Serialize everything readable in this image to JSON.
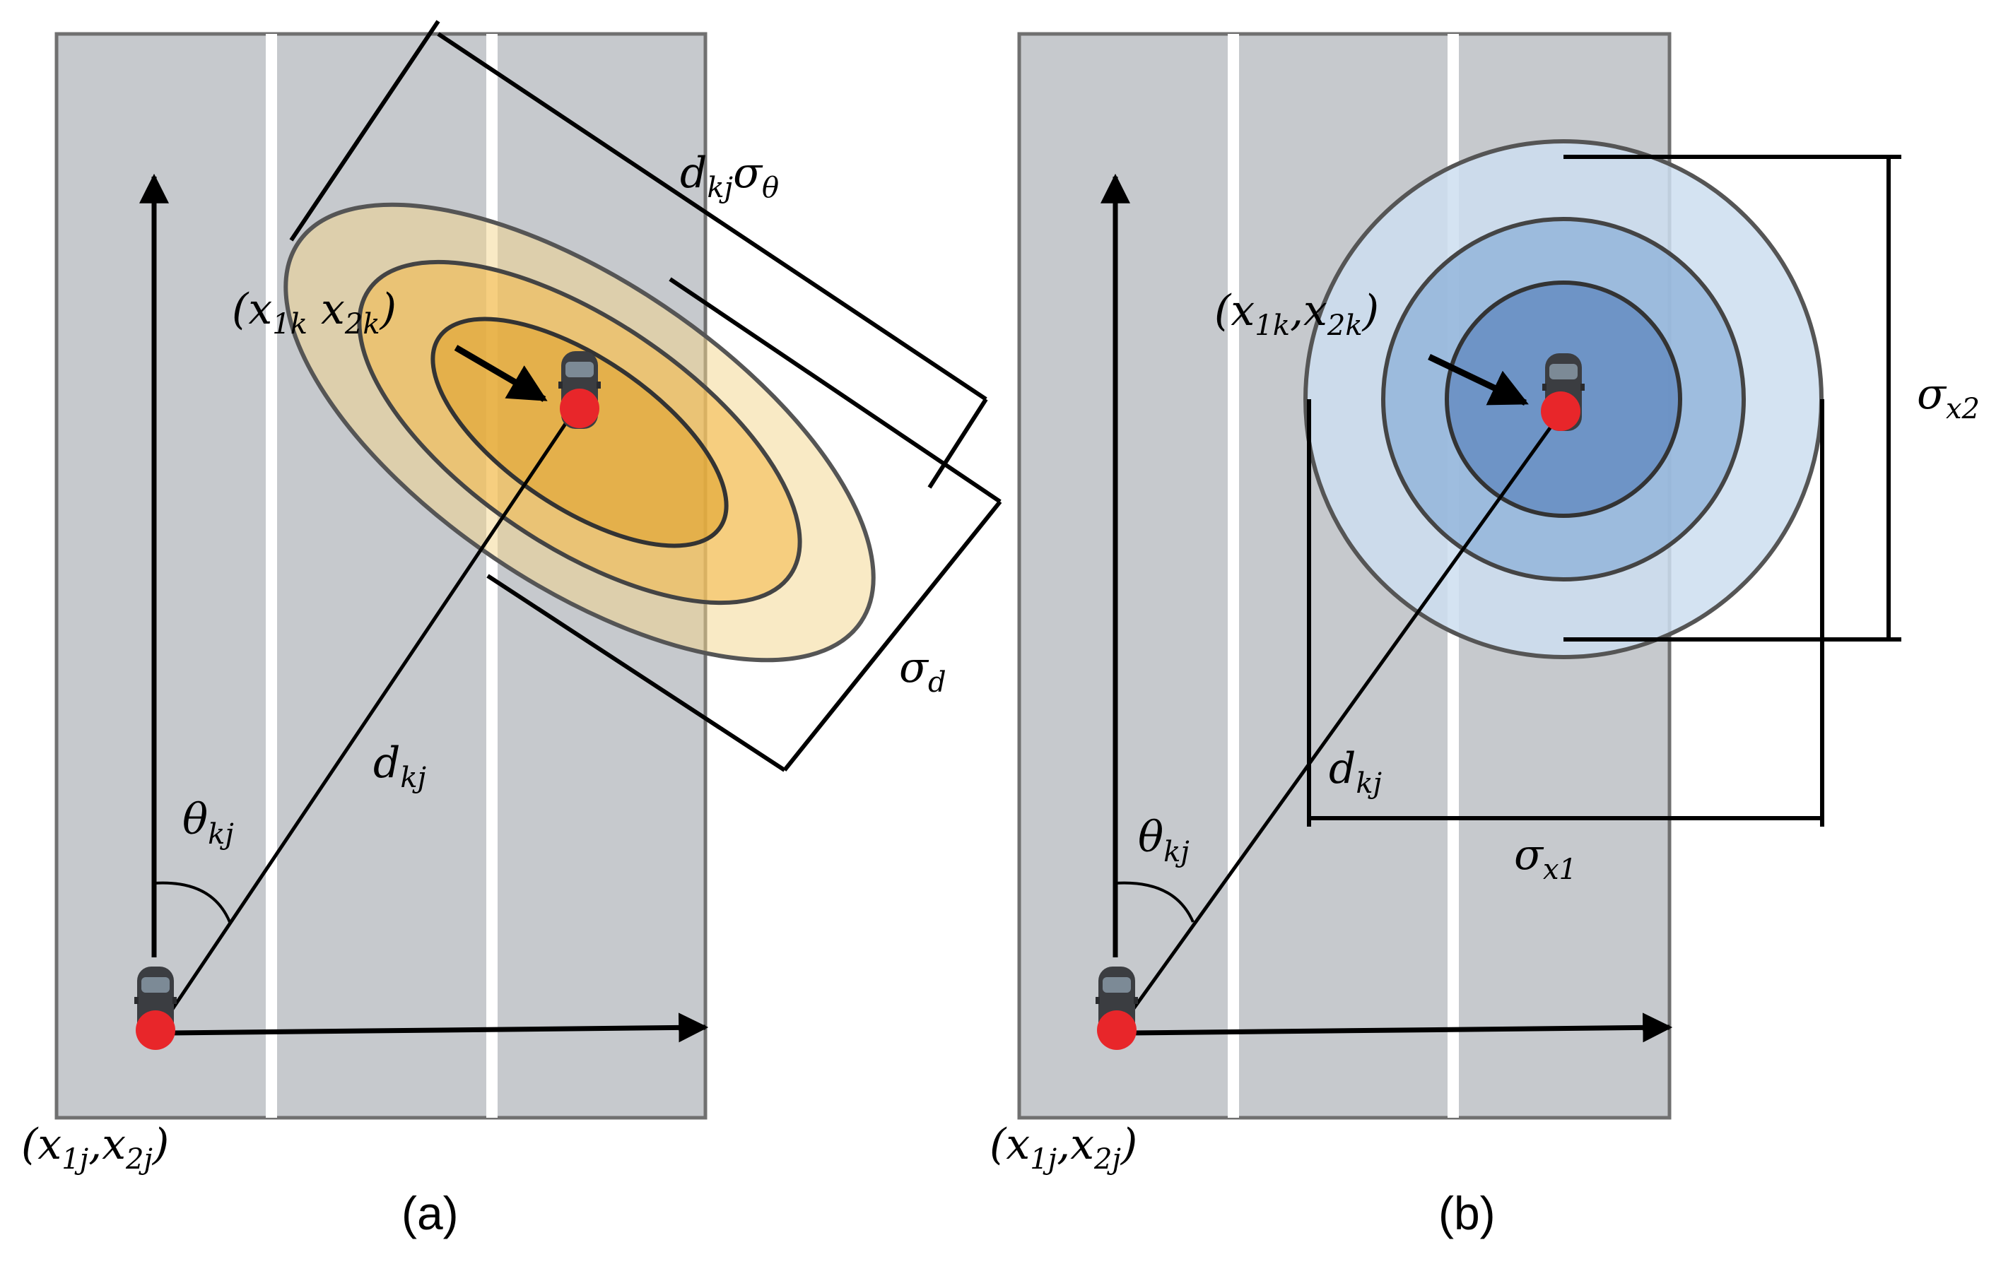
{
  "colors": {
    "road_fill": "#c6c9cd",
    "road_border": "#707070",
    "lane_marking": "#ffffff",
    "ellipse_outer": "rgba(244,214,140,0.5)",
    "ellipse_mid": "rgba(244,186,80,0.6)",
    "ellipse_inner": "rgba(222,160,40,0.55)",
    "circle_outer": "rgba(205,222,240,0.85)",
    "circle_mid": "rgba(140,176,216,0.75)",
    "circle_inner": "rgba(95,135,190,0.75)",
    "position_marker": "#e8262a",
    "car_body": "#3b3d41"
  },
  "panel_a": {
    "caption": "(a)",
    "target_coord": {
      "open": "(",
      "base1": "x",
      "sub1": "1k",
      "base2": "x",
      "sub2": "2k",
      "close": ")"
    },
    "ego_coord": {
      "open": "(",
      "base1": "x",
      "sub1": "1j",
      "comma": ",",
      "base2": "x",
      "sub2": "2j",
      "close": ")"
    },
    "distance_label": {
      "base": "d",
      "sub": "kj"
    },
    "angle_label": {
      "base": "θ",
      "sub": "kj"
    },
    "lateral_std_label": {
      "base": "d",
      "sub": "kj",
      "sigma": "σ",
      "sigma_sub": "θ"
    },
    "range_std_label": {
      "sigma": "σ",
      "sub": "d"
    }
  },
  "panel_b": {
    "caption": "(b)",
    "target_coord": {
      "open": "(",
      "base1": "x",
      "sub1": "1k",
      "comma": ",",
      "base2": "x",
      "sub2": "2k",
      "close": ")"
    },
    "ego_coord": {
      "open": "(",
      "base1": "x",
      "sub1": "1j",
      "comma": ",",
      "base2": "x",
      "sub2": "2j",
      "close": ")"
    },
    "distance_label": {
      "base": "d",
      "sub": "kj"
    },
    "angle_label": {
      "base": "θ",
      "sub": "kj"
    },
    "x1_std_label": {
      "sigma": "σ",
      "sub": "x1"
    },
    "x2_std_label": {
      "sigma": "σ",
      "sub": "x2"
    }
  }
}
